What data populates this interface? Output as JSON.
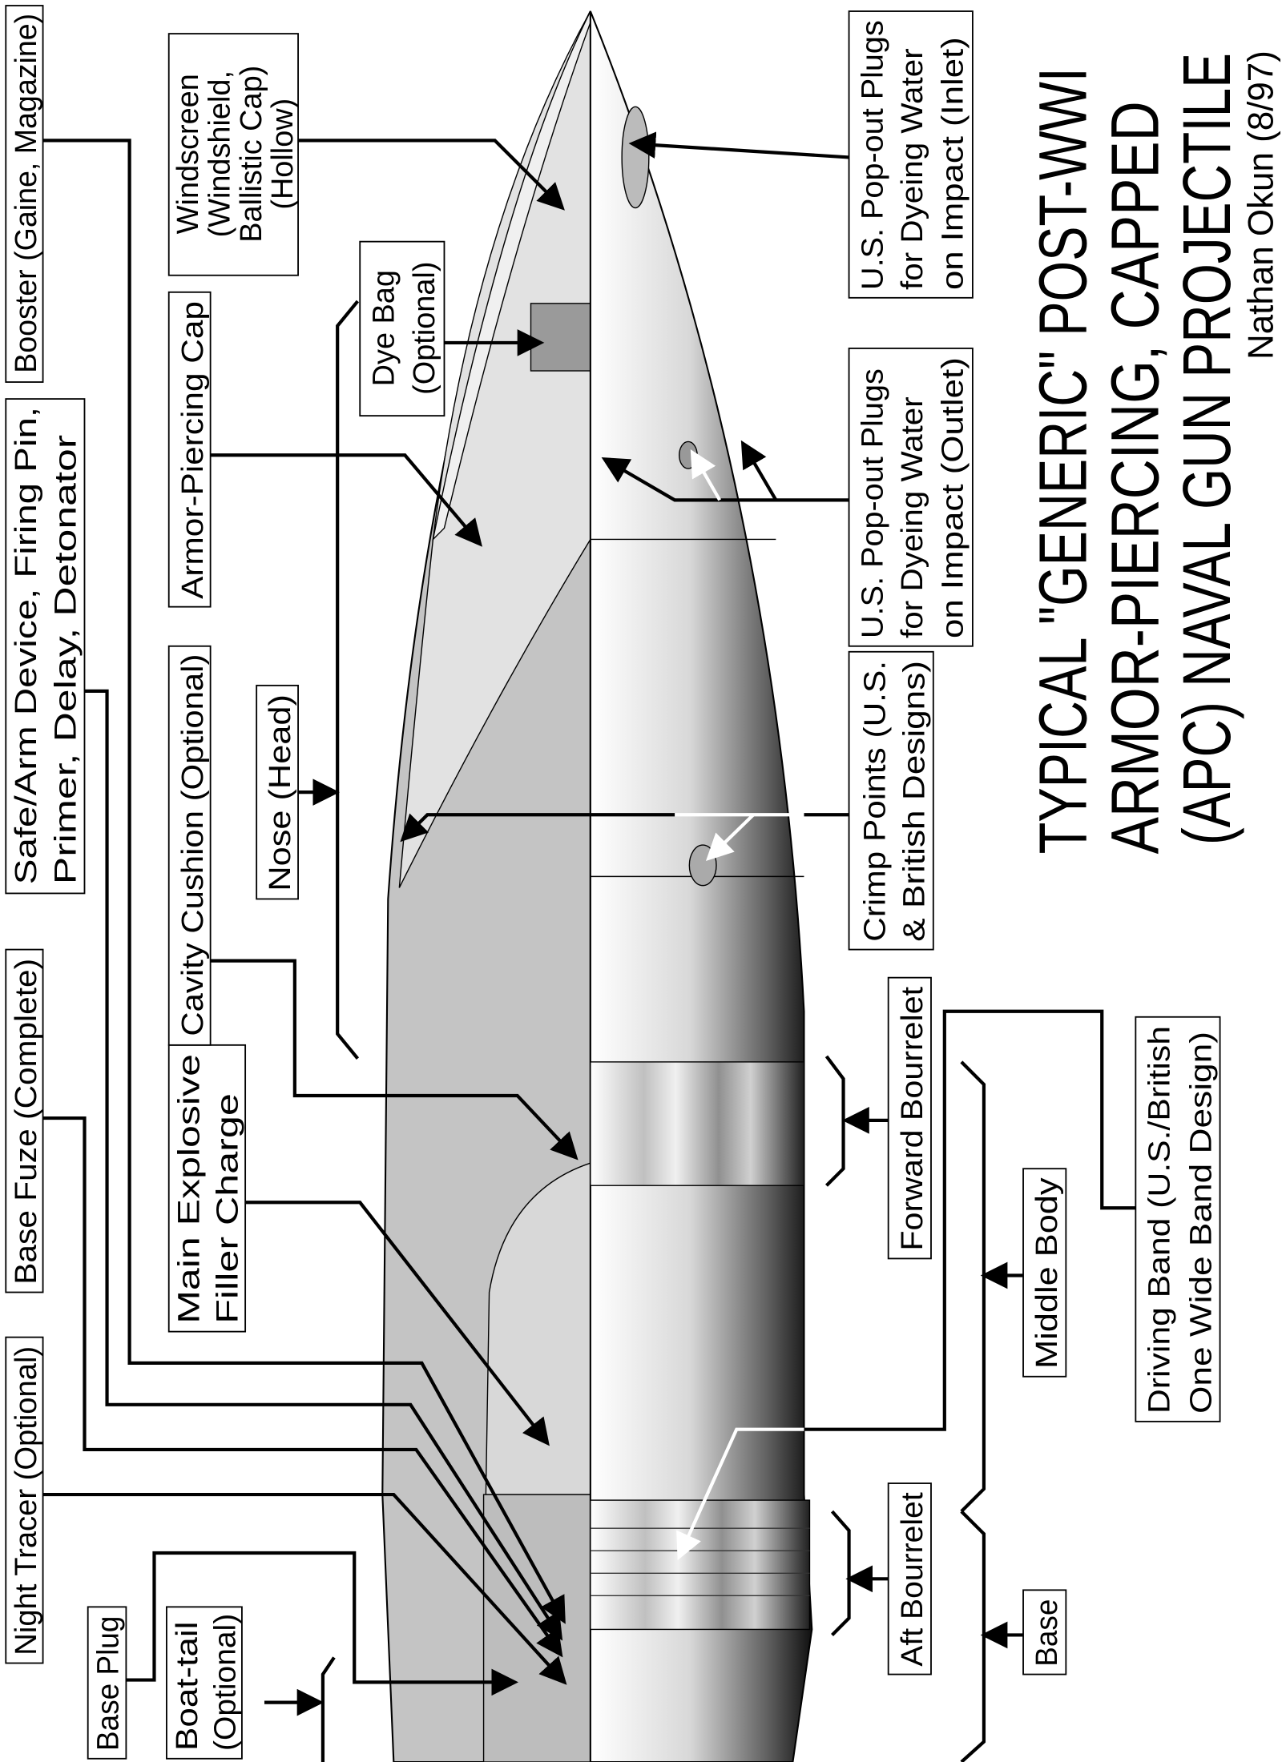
{
  "title": {
    "line1": "TYPICAL \"GENERIC\" POST-WWI",
    "line2": "ARMOR-PIERCING, CAPPED",
    "line3": "(APC) NAVAL GUN PROJECTILE"
  },
  "author": "Nathan Okun (8/97)",
  "labels": {
    "booster": "Booster (Gaine, Magazine)",
    "safe_arm": [
      "Safe/Arm Device, Firing Pin,",
      "Primer, Delay, Detonator"
    ],
    "base_fuze": "Base Fuze (Complete)",
    "night_tracer": "Night Tracer (Optional)",
    "base_plug": "Base Plug",
    "boat_tail": [
      "Boat-tail",
      "(Optional)"
    ],
    "main_explosive": [
      "Main Explosive",
      "Filler Charge"
    ],
    "cavity_cushion": "Cavity Cushion (Optional)",
    "ap_cap": "Armor-Piercing Cap",
    "windscreen": [
      "Windscreen",
      "(Windshield,",
      "Ballistic Cap)",
      "(Hollow)"
    ],
    "dye_bag": [
      "Dye Bag",
      "(Optional)"
    ],
    "nose": "Nose (Head)",
    "plugs_inlet": [
      "U.S. Pop-out Plugs",
      "for Dyeing Water",
      "on Impact (Inlet)"
    ],
    "plugs_outlet": [
      "U.S. Pop-out Plugs",
      "for Dyeing Water",
      "on Impact (Outlet)"
    ],
    "crimp": [
      "Crimp Points (U.S.",
      "& British Designs)"
    ],
    "forward_bourrelet": "Forward Bourrelet",
    "middle_body": "Middle Body",
    "driving_band": [
      "Driving Band (U.S./British",
      "One Wide Band Design)"
    ],
    "aft_bourrelet": "Aft Bourrelet",
    "base": "Base"
  }
}
